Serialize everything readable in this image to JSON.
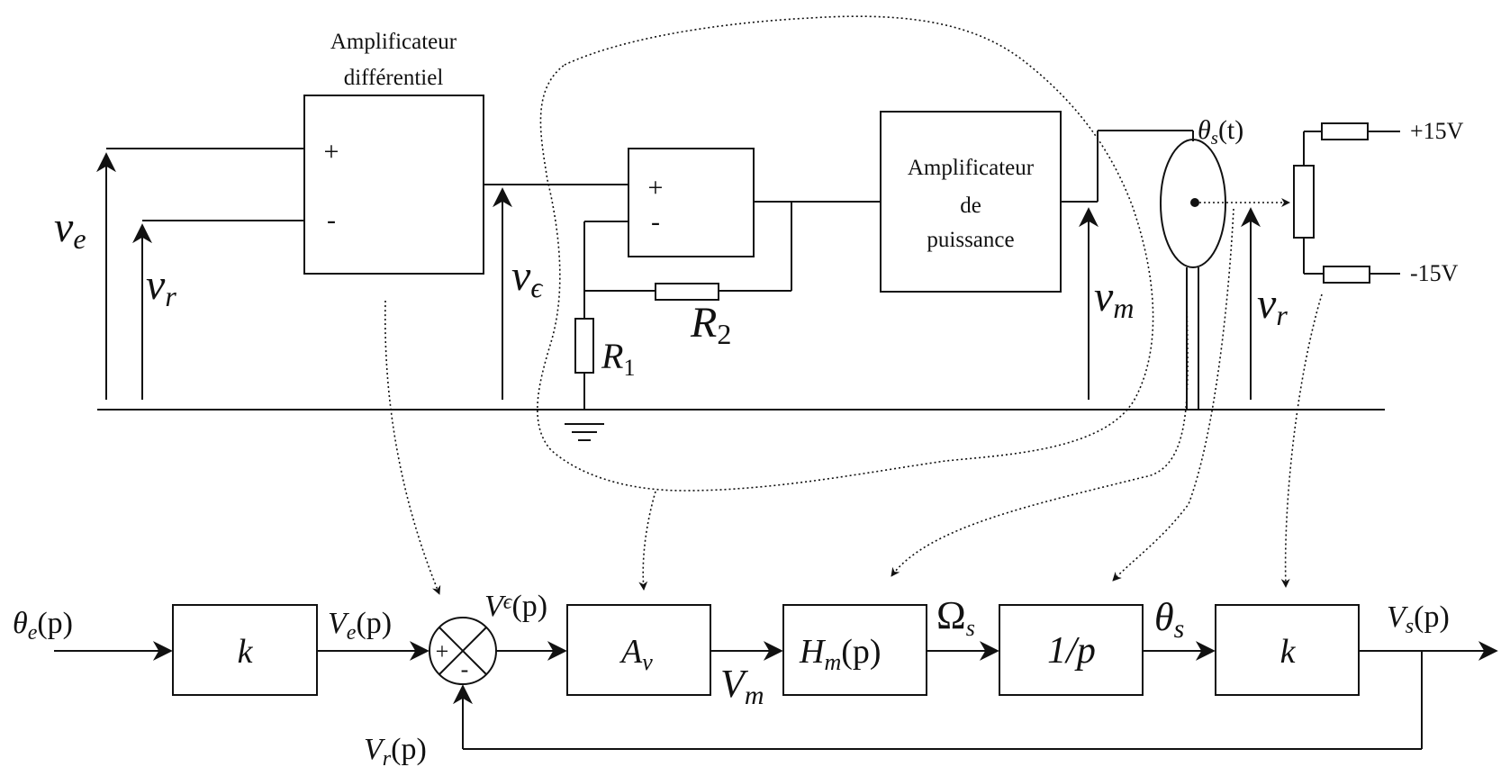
{
  "circuit": {
    "diff_amp_title_line1": "Amplificateur",
    "diff_amp_title_line2": "différentiel",
    "plus_sign": "+",
    "minus_sign": "-",
    "ve": "v",
    "ve_sub": "e",
    "vr": "v",
    "vr_sub": "r",
    "veps": "v",
    "veps_sub": "ϵ",
    "r1": "R",
    "r1_sub": "1",
    "r2": "R",
    "r2_sub": "2",
    "power_amp_line1": "Amplificateur",
    "power_amp_line2": "de",
    "power_amp_line3": "puissance",
    "vm": "v",
    "vm_sub": "m",
    "theta_s_t": "θ",
    "theta_s_t_sub": "s",
    "theta_s_t_arg": "(t)",
    "supply_pos": "+15V",
    "supply_neg": "-15V",
    "vr2": "v",
    "vr2_sub": "r"
  },
  "block_diagram": {
    "theta_e_p": "θ",
    "theta_e_sub": "e",
    "theta_e_arg": "(p)",
    "block_k_in": "k",
    "ve_p": "V",
    "ve_p_sub": "e",
    "ve_p_arg": "(p)",
    "summer_plus": "+",
    "summer_minus": "-",
    "veps_p": "V",
    "veps_p_sub": "ϵ",
    "veps_p_arg": "(p)",
    "block_av": "A",
    "block_av_sub": "v",
    "vm_label": "V",
    "vm_label_sub": "m",
    "block_hm": "H",
    "block_hm_sub": "m",
    "block_hm_arg": "(p)",
    "omega_s": "Ω",
    "omega_s_sub": "s",
    "block_integrator": "1/p",
    "theta_s": "θ",
    "theta_s_sub": "s",
    "block_k_out": "k",
    "vs_p": "V",
    "vs_p_sub": "s",
    "vs_p_arg": "(p)",
    "vr_p": "V",
    "vr_p_sub": "r",
    "vr_p_arg": "(p)"
  }
}
